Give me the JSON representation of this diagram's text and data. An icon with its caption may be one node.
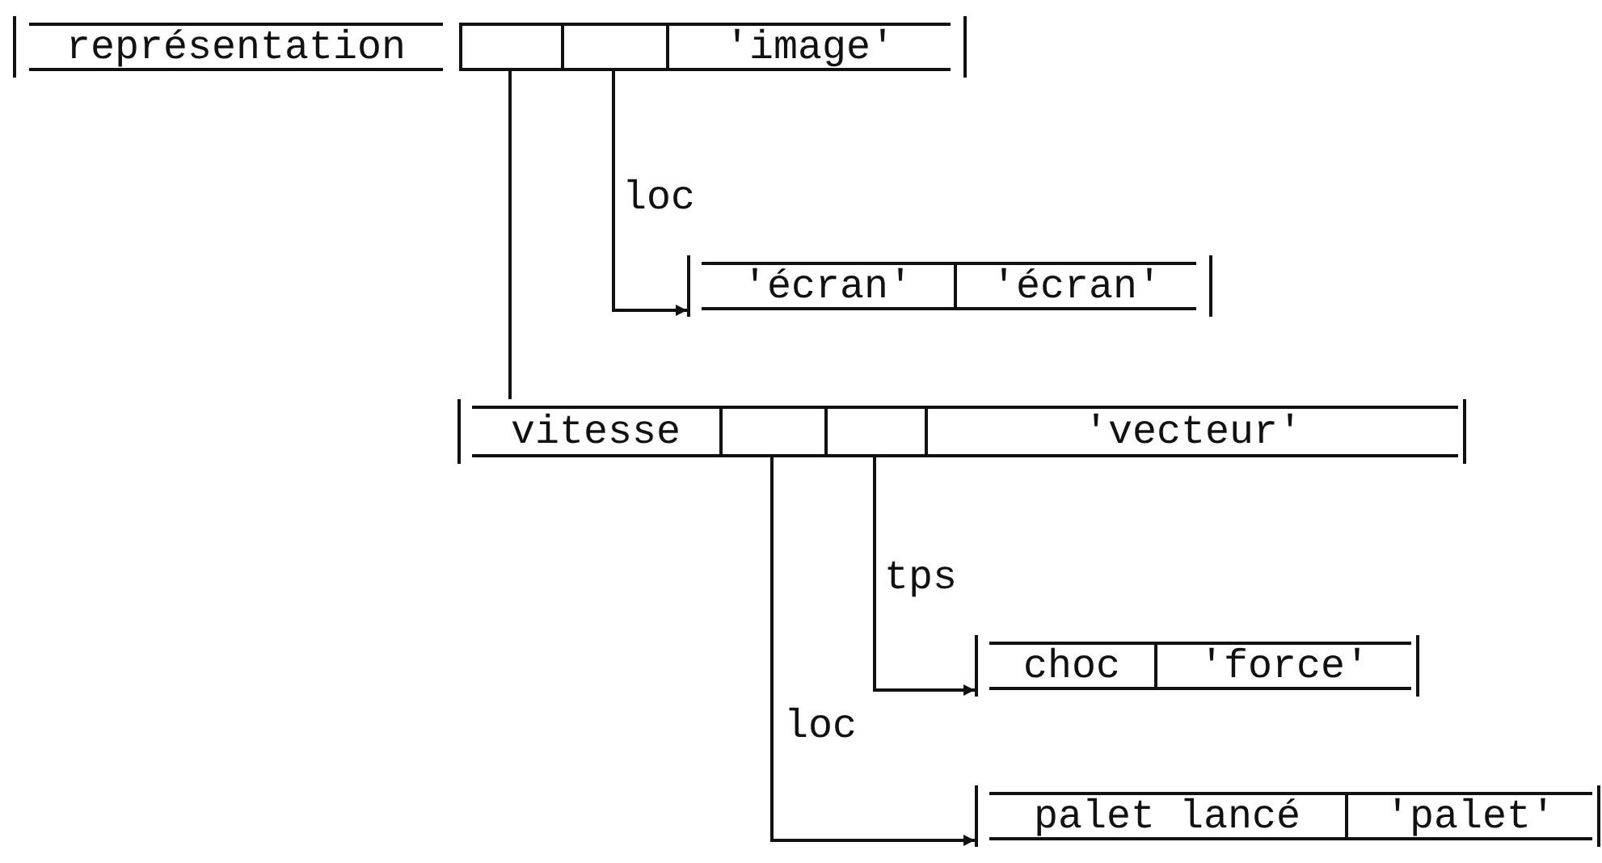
{
  "diagram": {
    "nodes": [
      {
        "text": [],
        "shape": "box"
      },
      {
        "text": [
          "représentation"
        ],
        "in": 0
      },
      {
        "text": [],
        "shape": "box",
        "in": 0
      },
      {
        "text": [],
        "shape": "box",
        "in": 0
      },
      {
        "text": [
          "'image'"
        ],
        "in": 0
      },
      {
        "text": [],
        "shape": "box"
      },
      {
        "text": [
          "'écran'"
        ],
        "in": 5
      },
      {
        "text": [
          "'écran'"
        ],
        "in": 5
      },
      {
        "text": [],
        "shape": "box"
      },
      {
        "text": [
          "vitesse"
        ],
        "in": 8
      },
      {
        "text": [],
        "shape": "box",
        "in": 8
      },
      {
        "text": [],
        "shape": "box",
        "in": 8
      },
      {
        "text": [
          "'vecteur'"
        ],
        "in": 8
      },
      {
        "text": [],
        "shape": "box"
      },
      {
        "text": [
          "choc"
        ],
        "in": 13
      },
      {
        "text": [
          "'force'"
        ],
        "in": 13
      },
      {
        "text": [],
        "shape": "box"
      },
      {
        "text": [
          "palet lancé"
        ],
        "in": 16
      },
      {
        "text": [
          "'palet'"
        ],
        "in": 16
      }
    ],
    "edges": [
      {
        "from": 2,
        "to": 8,
        "arrow": "none"
      },
      {
        "from": 3,
        "to": 5,
        "arrow": "to",
        "label": "loc"
      },
      {
        "from": 11,
        "to": 13,
        "arrow": "to",
        "label": "tps"
      },
      {
        "from": 10,
        "to": 16,
        "arrow": "to",
        "label": "loc"
      }
    ]
  }
}
